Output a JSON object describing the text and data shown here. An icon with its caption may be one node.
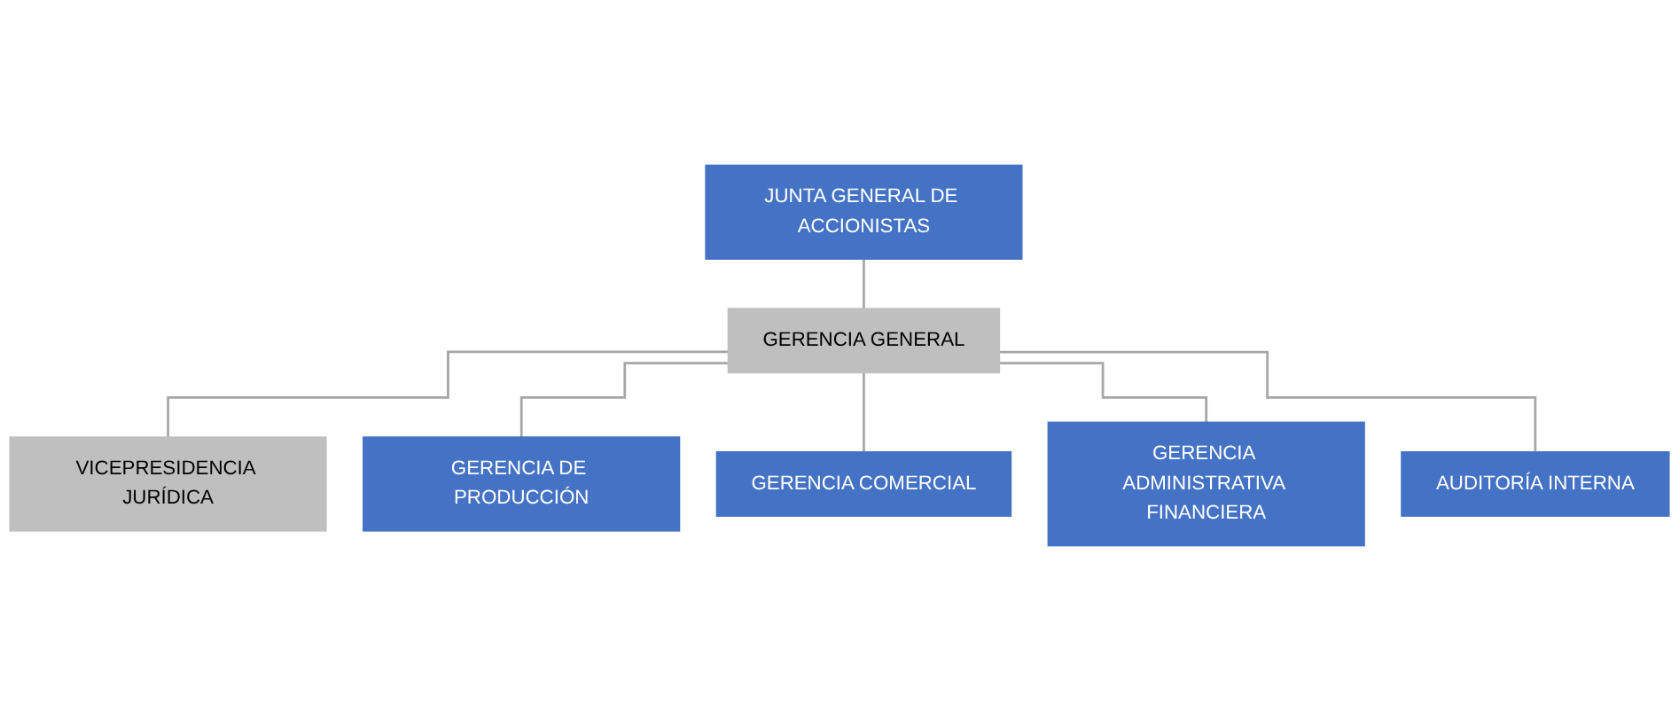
{
  "diagram": {
    "nodes": [
      {
        "text": [
          "JUNTA GENERAL DE ACCIONISTAS"
        ]
      },
      {
        "text": [
          "GERENCIA GENERAL"
        ]
      },
      {
        "text": [
          "VICEPRESIDENCIA JURÍDICA"
        ]
      },
      {
        "text": [
          "GERENCIA DE PRODUCCIÓN"
        ]
      },
      {
        "text": [
          "GERENCIA COMERCIAL"
        ]
      },
      {
        "text": [
          "GERENCIA ADMINISTRATIVA FINANCIERA"
        ]
      },
      {
        "text": [
          "AUDITORÍA INTERNA"
        ]
      }
    ],
    "edges": [
      {
        "from": 0,
        "to": 1,
        "arrow": "none"
      },
      {
        "from": 1,
        "to": 2,
        "arrow": "none"
      },
      {
        "from": 1,
        "to": 3,
        "arrow": "none"
      },
      {
        "from": 1,
        "to": 4,
        "arrow": "none"
      },
      {
        "from": 1,
        "to": 5,
        "arrow": "none"
      },
      {
        "from": 1,
        "to": 6,
        "arrow": "none"
      }
    ]
  }
}
